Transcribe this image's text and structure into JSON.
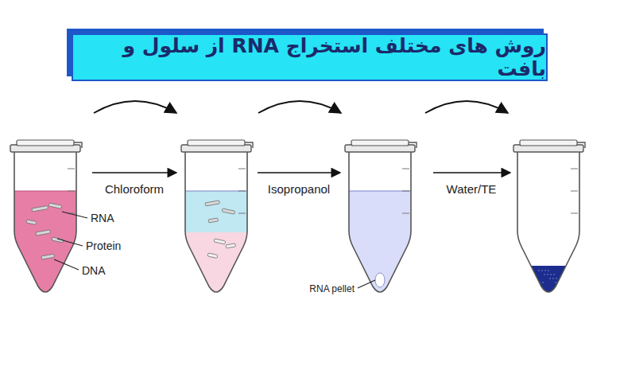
{
  "diagram": {
    "title": "روش های مختلف استخراج RNA از سلول و بافت",
    "labels": [
      "RNA",
      "Protein",
      "DNA",
      "Chloroform",
      "Isopropanol",
      "Water/TE",
      "RNA pellet"
    ]
  }
}
